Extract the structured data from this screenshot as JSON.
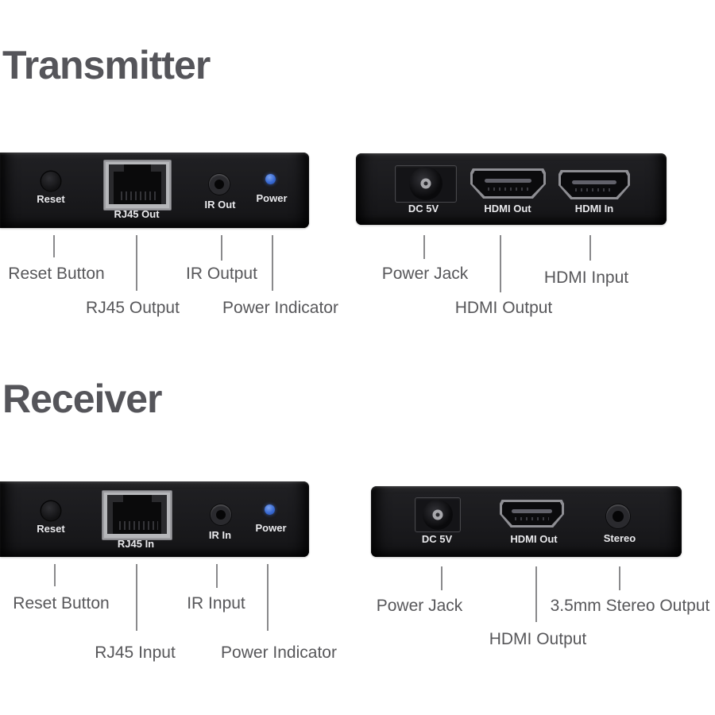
{
  "colors": {
    "background": "#ffffff",
    "panel": "#1a1a1d",
    "heading_text": "#55555a",
    "callout_text": "#57575a",
    "panel_label_text": "#e9e9ec",
    "power_led_blue": "#3a6fd6"
  },
  "transmitter": {
    "heading": "Transmitter",
    "panel_left": {
      "reset": "Reset",
      "rj45": "RJ45 Out",
      "ir": "IR Out",
      "power": "Power"
    },
    "panel_right": {
      "dc": "DC 5V",
      "hdmi_out": "HDMI Out",
      "hdmi_in": "HDMI In"
    },
    "callouts": {
      "reset": "Reset Button",
      "rj45": "RJ45 Output",
      "ir": "IR Output",
      "power": "Power Indicator",
      "power_jack": "Power Jack",
      "hdmi_out": "HDMI Output",
      "hdmi_in": "HDMI Input"
    }
  },
  "receiver": {
    "heading": "Receiver",
    "panel_left": {
      "reset": "Reset",
      "rj45": "RJ45 In",
      "ir": "IR In",
      "power": "Power"
    },
    "panel_right": {
      "dc": "DC 5V",
      "hdmi_out": "HDMI Out",
      "stereo": "Stereo"
    },
    "callouts": {
      "reset": "Reset Button",
      "rj45": "RJ45 Input",
      "ir": "IR Input",
      "power": "Power Indicator",
      "power_jack": "Power Jack",
      "hdmi_out": "HDMI Output",
      "stereo": "3.5mm Stereo Output"
    }
  }
}
